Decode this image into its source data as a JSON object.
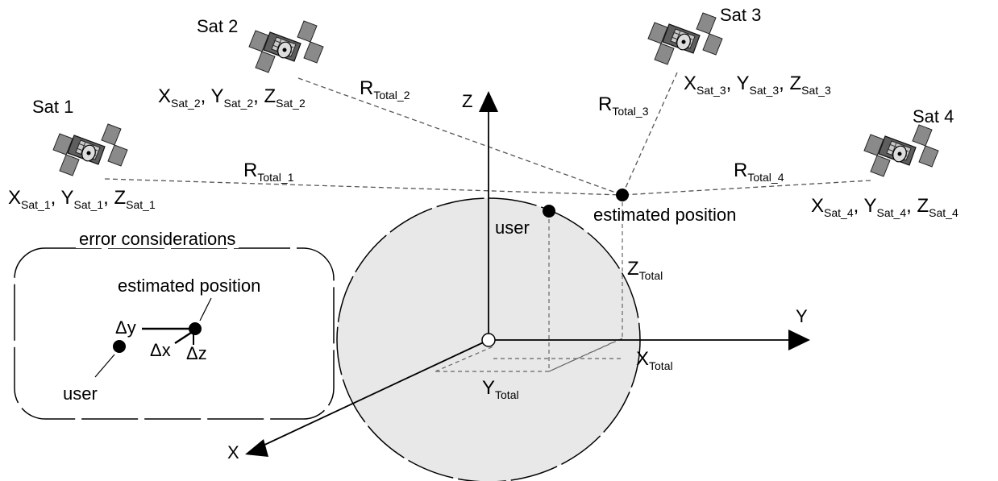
{
  "satellites": [
    {
      "name": "Sat 1",
      "range_label": "R",
      "range_sub": "Total_1",
      "coords": [
        {
          "v": "X",
          "s": "Sat_1"
        },
        {
          "v": "Y",
          "s": "Sat_1"
        },
        {
          "v": "Z",
          "s": "Sat_1"
        }
      ]
    },
    {
      "name": "Sat 2",
      "range_label": "R",
      "range_sub": "Total_2",
      "coords": [
        {
          "v": "X",
          "s": "Sat_2"
        },
        {
          "v": "Y",
          "s": "Sat_2"
        },
        {
          "v": "Z",
          "s": "Sat_2"
        }
      ]
    },
    {
      "name": "Sat 3",
      "range_label": "R",
      "range_sub": "Total_3",
      "coords": [
        {
          "v": "X",
          "s": "Sat_3"
        },
        {
          "v": "Y",
          "s": "Sat_3"
        },
        {
          "v": "Z",
          "s": "Sat_3"
        }
      ]
    },
    {
      "name": "Sat 4",
      "range_label": "R",
      "range_sub": "Total_4",
      "coords": [
        {
          "v": "X",
          "s": "Sat_4"
        },
        {
          "v": "Y",
          "s": "Sat_4"
        },
        {
          "v": "Z",
          "s": "Sat_4"
        }
      ]
    }
  ],
  "separator": ",",
  "axes": {
    "x": "X",
    "y": "Y",
    "z": "Z"
  },
  "components": {
    "x": {
      "v": "X",
      "s": "Total"
    },
    "y": {
      "v": "Y",
      "s": "Total"
    },
    "z": {
      "v": "Z",
      "s": "Total"
    }
  },
  "labels": {
    "estimated_position": "estimated position",
    "user": "user"
  },
  "error_box": {
    "title": "error considerations",
    "estimated_position": "estimated position",
    "user": "user",
    "delta_x": "Δx",
    "delta_y": "Δy",
    "delta_z": "Δz"
  },
  "colors": {
    "earth_fill": "#e8e8e8",
    "line": "#000000",
    "dashed": "#555555"
  }
}
